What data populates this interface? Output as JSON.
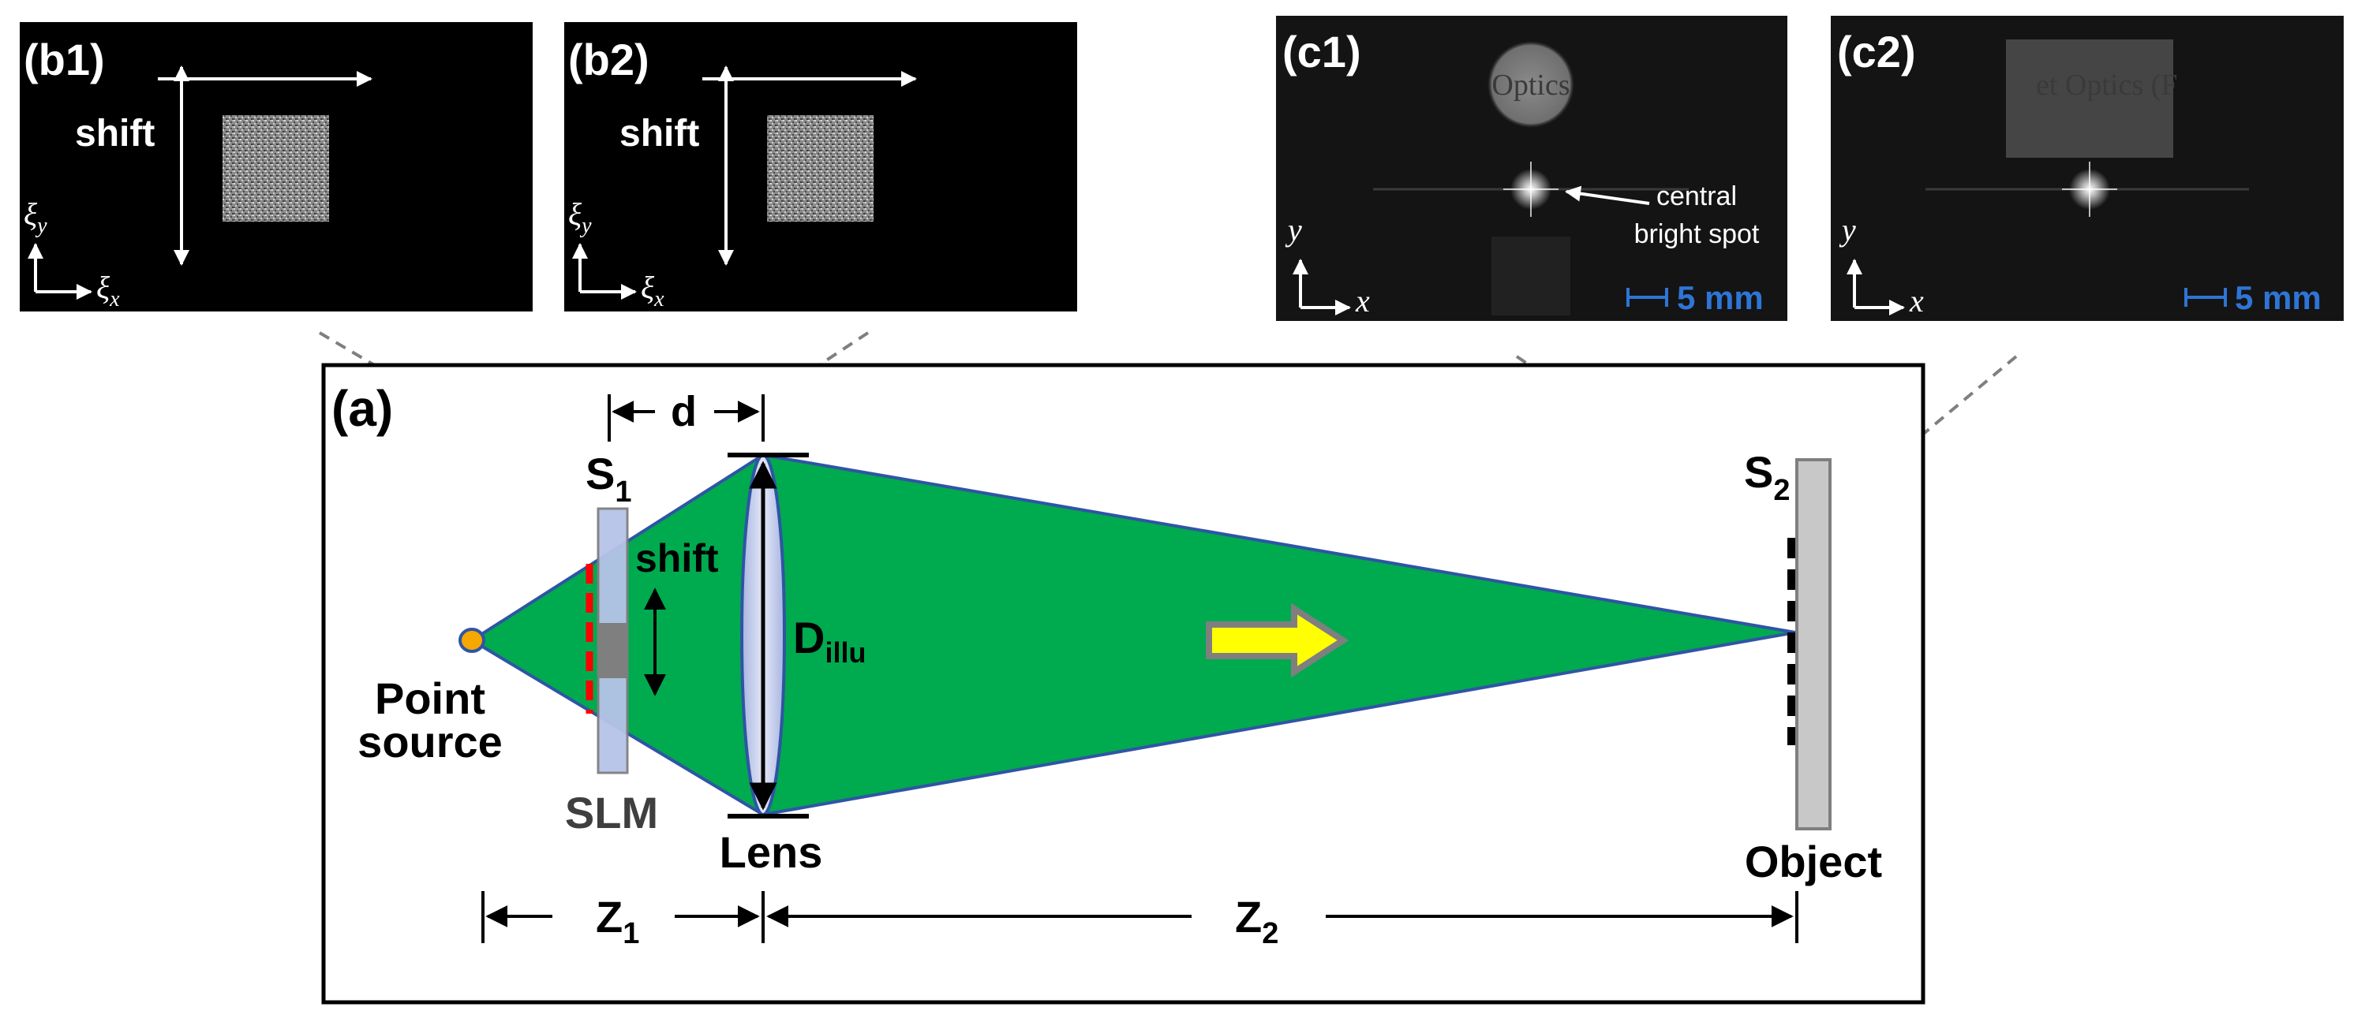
{
  "panels": {
    "b1": {
      "tag": "(b1)",
      "shift_label": "shift",
      "axis_y": "ξ",
      "axis_y_sub": "y",
      "axis_x": "ξ",
      "axis_x_sub": "x"
    },
    "b2": {
      "tag": "(b2)",
      "shift_label": "shift",
      "axis_y": "ξ",
      "axis_y_sub": "y",
      "axis_x": "ξ",
      "axis_x_sub": "x"
    },
    "c1": {
      "tag": "(c1)",
      "watermark": "Optics",
      "annotation_line1": "central",
      "annotation_line2": "bright spot",
      "axis_y": "y",
      "axis_x": "x",
      "scalebar": "5 mm"
    },
    "c2": {
      "tag": "(c2)",
      "watermark": "et Optics (F",
      "axis_y": "y",
      "axis_x": "x",
      "scalebar": "5 mm"
    }
  },
  "setup": {
    "tag": "(a)",
    "d_label": "d",
    "s1": "S",
    "s1_sub": "1",
    "s2": "S",
    "s2_sub": "2",
    "shift_label": "shift",
    "d_illu": "D",
    "d_illu_sub": "illu",
    "point_source_line1": "Point",
    "point_source_line2": "source",
    "slm": "SLM",
    "lens": "Lens",
    "object": "Object",
    "z1": "Z",
    "z1_sub": "1",
    "z2": "Z",
    "z2_sub": "2"
  },
  "colors": {
    "beam": "#00aa4f",
    "beam_edge": "#2f55a4",
    "arrow_fill": "#ffff00",
    "arrow_stroke": "#7f7f7f",
    "point_source": "#f5a800",
    "slm_pixels": "#ff0000",
    "scalebar": "#2e75d6",
    "panel_bg": "#000000"
  }
}
